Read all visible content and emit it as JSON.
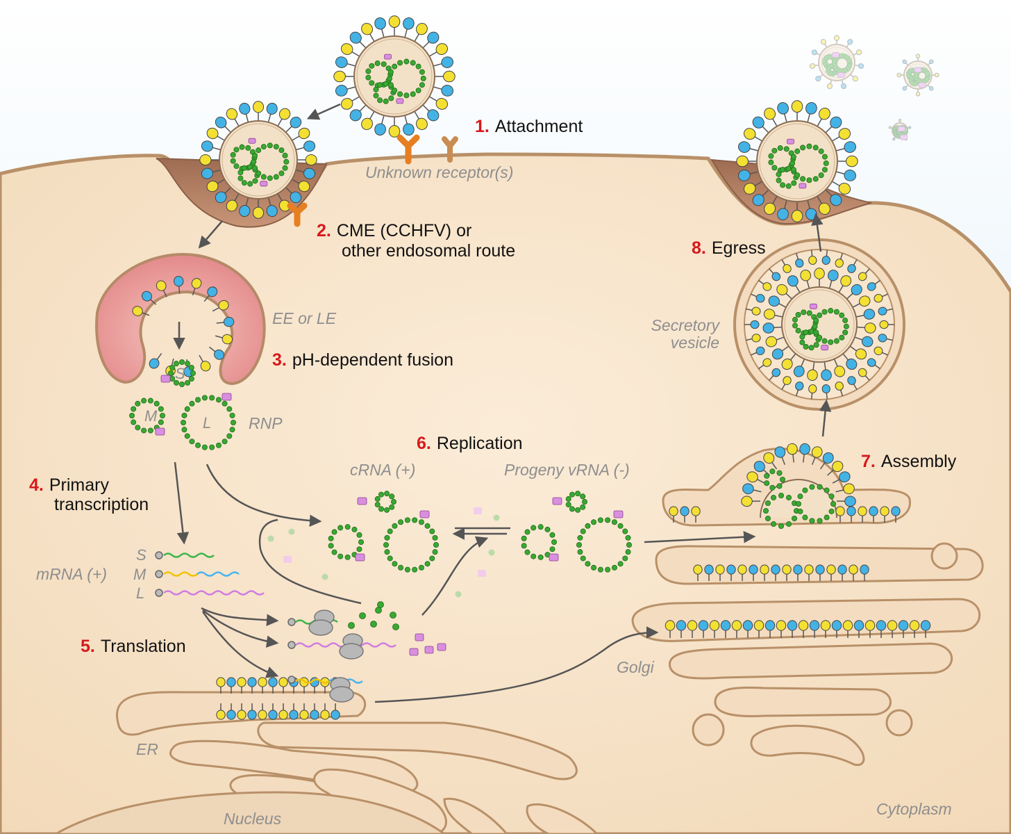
{
  "steps": {
    "s1": {
      "num": "1.",
      "text": "Attachment"
    },
    "s2": {
      "num": "2.",
      "line1": "CME (CCHFV) or",
      "line2": "other endosomal route"
    },
    "s3": {
      "num": "3.",
      "text": "pH-dependent fusion"
    },
    "s4": {
      "num": "4.",
      "line1": "Primary",
      "line2": "transcription"
    },
    "s5": {
      "num": "5.",
      "text": "Translation"
    },
    "s6": {
      "num": "6.",
      "text": "Replication"
    },
    "s7": {
      "num": "7.",
      "text": "Assembly"
    },
    "s8": {
      "num": "8.",
      "text": "Egress"
    }
  },
  "labels": {
    "receptor": "Unknown receptor(s)",
    "endosome": "EE or LE",
    "rnp": "RNP",
    "secretory_line1": "Secretory",
    "secretory_line2": "vesicle",
    "crna": "cRNA (+)",
    "progeny": "Progeny vRNA (-)",
    "mrna": "mRNA (+)",
    "golgi": "Golgi",
    "er": "ER",
    "nucleus": "Nucleus",
    "cytoplasm": "Cytoplasm"
  },
  "segments": {
    "s": "S",
    "m": "M",
    "l": "L"
  },
  "colors": {
    "sky": "#dcedf7",
    "cytoplasm": "#f6e2c7",
    "membrane": "#c79e6d",
    "pit": "#b98568",
    "endosome": "#e39a98",
    "rnp_green": "#3aa832",
    "nucleoprotein_pink": "#d98fe0",
    "glyco_blue": "#43b3e6",
    "glyco_yellow": "#f4e032",
    "arrow": "#555555",
    "step_red": "#d7191c",
    "mrna_s": "#3cb54a",
    "mrna_m_yellow": "#f2c200",
    "mrna_m_blue": "#48b4f0",
    "mrna_l": "#d07de0"
  }
}
